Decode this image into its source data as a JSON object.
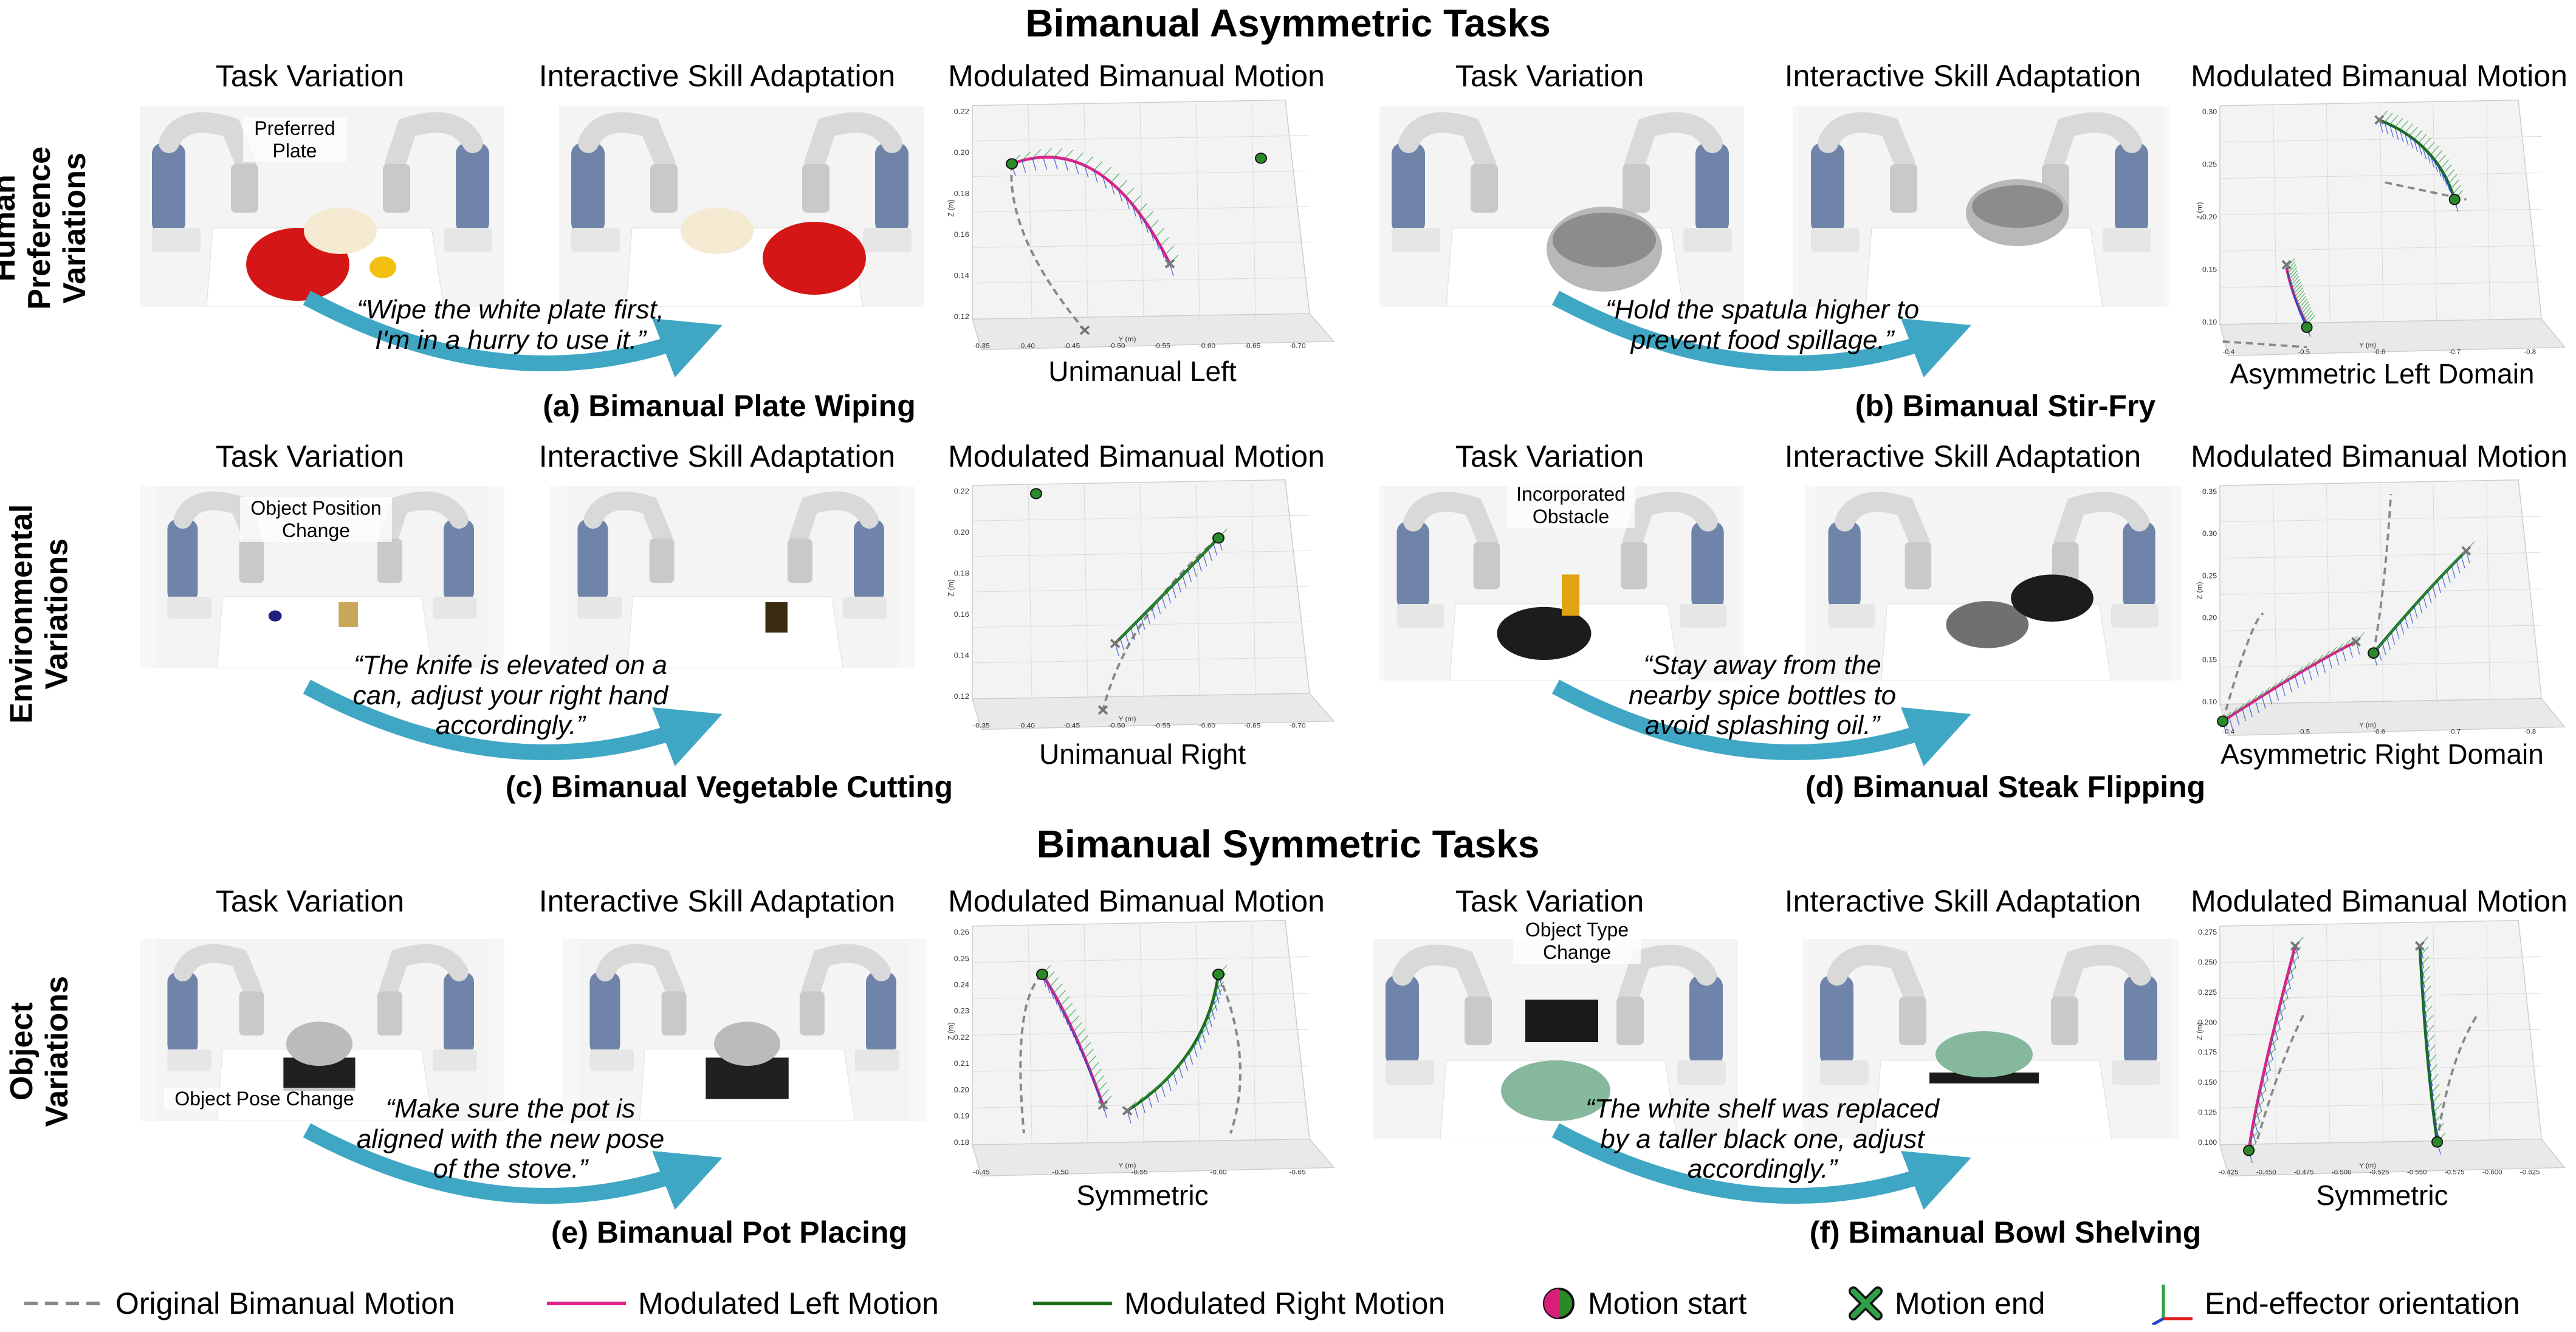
{
  "sections": {
    "asymmetric_title": "Bimanual Asymmetric Tasks",
    "symmetric_title": "Bimanual Symmetric Tasks"
  },
  "row_labels": {
    "human": "Human Preference\nVariations",
    "environmental": "Environmental\nVariations",
    "object": "Object\nVariations"
  },
  "column_headers": {
    "task_variation": "Task Variation",
    "adaptation": "Interactive Skill Adaptation",
    "motion": "Modulated Bimanual Motion"
  },
  "panels": {
    "a": {
      "caption": "(a) Bimanual Plate Wiping",
      "quote": "“Wipe the white plate first,\nI'm in a hurry to use it.”",
      "annotation": "Preferred\nPlate",
      "domain": "Unimanual Left"
    },
    "b": {
      "caption": "(b) Bimanual Stir-Fry",
      "quote": "“Hold the spatula higher to\nprevent food spillage.”",
      "domain": "Asymmetric Left Domain"
    },
    "c": {
      "caption": "(c) Bimanual Vegetable Cutting",
      "quote": "“The knife is elevated on a\ncan, adjust your  right hand\naccordingly.”",
      "annotation": "Object Position\nChange",
      "domain": "Unimanual Right"
    },
    "d": {
      "caption": "(d) Bimanual Steak Flipping",
      "quote": "“Stay away from the\nnearby spice bottles to\navoid splashing oil.”",
      "annotation": "Incorporated\nObstacle",
      "domain": "Asymmetric Right Domain"
    },
    "e": {
      "caption": "(e) Bimanual Pot Placing",
      "quote": "“Make sure the pot is\naligned with the new pose\nof the stove.”",
      "annotation": "Object Pose Change",
      "domain": "Symmetric"
    },
    "f": {
      "caption": "(f) Bimanual Bowl Shelving",
      "quote": "“The white shelf was replaced\nby a taller black one, adjust\naccordingly.”",
      "annotation": "Object Type\nChange",
      "domain": "Symmetric"
    }
  },
  "legend": {
    "original": "Original Bimanual Motion",
    "left": "Modulated Left Motion",
    "right": "Modulated Right Motion",
    "start": "Motion start",
    "end": "Motion end",
    "orientation": "End-effector orientation"
  },
  "colors": {
    "left": "#e0218a",
    "right": "#1a6b1a",
    "original": "#888888",
    "arrow": "#3fa7c4",
    "blue_var": "#2244cc",
    "green_var": "#2ea043"
  },
  "axis_ticks": {
    "a": {
      "z": [
        "0.22",
        "0.20",
        "0.18",
        "0.16",
        "0.14",
        "0.12"
      ],
      "y": [
        "-0.35",
        "-0.40",
        "-0.45",
        "-0.50",
        "-0.55",
        "-0.60",
        "-0.65",
        "-0.70"
      ],
      "zlabel": "Z (m)",
      "ylabel": "Y (m)"
    },
    "b": {
      "z": [
        "0.30",
        "0.25",
        "0.20",
        "0.15",
        "0.10"
      ],
      "y": [
        "-0.4",
        "-0.5",
        "-0.6",
        "-0.7",
        "-0.8"
      ],
      "zlabel": "Z (m)",
      "ylabel": "Y (m)"
    },
    "c": {
      "z": [
        "0.22",
        "0.20",
        "0.18",
        "0.16",
        "0.14",
        "0.12"
      ],
      "y": [
        "-0.35",
        "-0.40",
        "-0.45",
        "-0.50",
        "-0.55",
        "-0.60",
        "-0.65",
        "-0.70"
      ],
      "zlabel": "Z (m)",
      "ylabel": "Y (m)"
    },
    "d": {
      "z": [
        "0.35",
        "0.30",
        "0.25",
        "0.20",
        "0.15",
        "0.10"
      ],
      "y": [
        "-0.4",
        "-0.5",
        "-0.6",
        "-0.7",
        "-0.8"
      ],
      "zlabel": "Z (m)",
      "ylabel": "Y (m)"
    },
    "e": {
      "z": [
        "0.26",
        "0.25",
        "0.24",
        "0.23",
        "0.22",
        "0.21",
        "0.20",
        "0.19",
        "0.18"
      ],
      "y": [
        "-0.45",
        "-0.50",
        "-0.55",
        "-0.60",
        "-0.65"
      ],
      "zlabel": "Z (m)",
      "ylabel": "Y (m)"
    },
    "f": {
      "z": [
        "0.275",
        "0.250",
        "0.225",
        "0.200",
        "0.175",
        "0.150",
        "0.125",
        "0.100"
      ],
      "y": [
        "-0.425",
        "-0.450",
        "-0.475",
        "-0.500",
        "-0.525",
        "-0.550",
        "-0.575",
        "-0.600",
        "-0.625"
      ],
      "zlabel": "Z (m)",
      "ylabel": "Y (m)"
    }
  }
}
